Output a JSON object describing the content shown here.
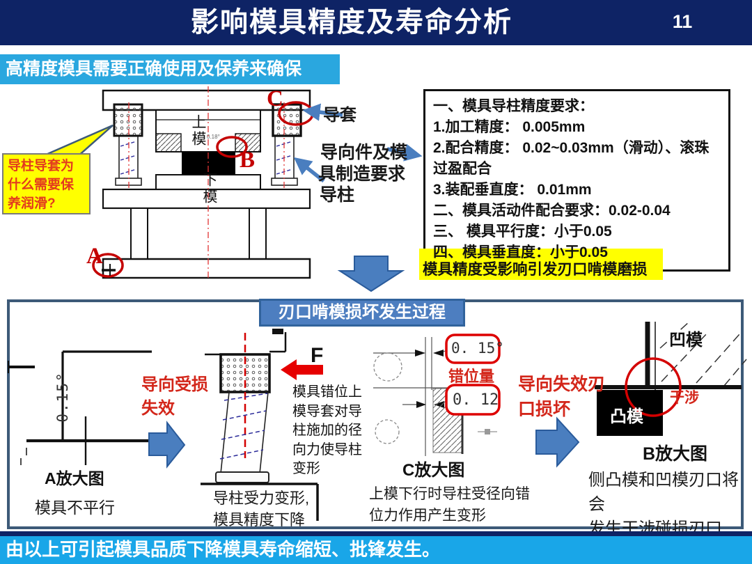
{
  "header": {
    "title": "影响模具精度及寿命分析",
    "page_number": "11"
  },
  "subtitle": "高精度模具需要正确使用及保养来确保",
  "callout": {
    "text": "导柱导套为什么需要保养润滑?"
  },
  "mold_diagram": {
    "upper_die": "上模",
    "lower_die": "下模",
    "label_a": "A",
    "label_b": "B",
    "label_c": "C",
    "dim_note": "0.18°",
    "pointer_guide_bush": "导套",
    "pointer_req_line1": "导向件及模",
    "pointer_req_line2": "具制造要求",
    "pointer_guide_pillar": "导柱"
  },
  "requirements_box": {
    "lines": [
      "一、模具导柱精度要求：",
      "1.加工精度：  0.005mm",
      "2.配合精度：  0.02~0.03mm（滑动）、滚珠",
      "过盈配合",
      "3.装配垂直度： 0.01mm",
      "二、模具活动件配合要求：0.02-0.04",
      "三、 模具平行度：小于0.05",
      "四、模具垂直度：小于0.05"
    ]
  },
  "highlight_note": "模具精度受影响引发刃口啃模磨损",
  "process_section": {
    "header": "刃口啃模损坏发生过程",
    "panel_a": {
      "dim": "0.15°",
      "label": "A放大图",
      "caption": "模具不平行"
    },
    "step1_text": "导向受损\n失效",
    "panel_pillar": {
      "force_label": "F",
      "side_text": "模具错位上模导套对导柱施加的径向力使导柱变形",
      "caption": "导柱受力变形,\n模具精度下降"
    },
    "panel_c": {
      "dim_angle": "0. 15°",
      "offset_label": "错位量",
      "dim_offset": "0. 12",
      "label": "C放大图",
      "caption": "上模下行时导柱受径向错位力作用产生变形"
    },
    "step2_text": "导向失效刃\n口损坏",
    "panel_b": {
      "die_label": "凹模",
      "punch_label": "凸模",
      "interference_label": "干涉",
      "label": "B放大图",
      "caption": "侧凸模和凹模刃口将会\n发生干涉碰损刃口\n产品披锋变大"
    }
  },
  "footer": "由以上可引起模具品质下降模具寿命缩短、批锋发生。",
  "colors": {
    "title_bar": "#0e2365",
    "subtitle_bar": "#2aa7df",
    "footer_bar": "#19a6e8",
    "process_header": "#4d7ec0",
    "accent_arrow_blue": "#4a7ebf",
    "highlight_yellow": "#ffff00",
    "warning_red": "#d3261a",
    "circle_red": "#c40000"
  }
}
